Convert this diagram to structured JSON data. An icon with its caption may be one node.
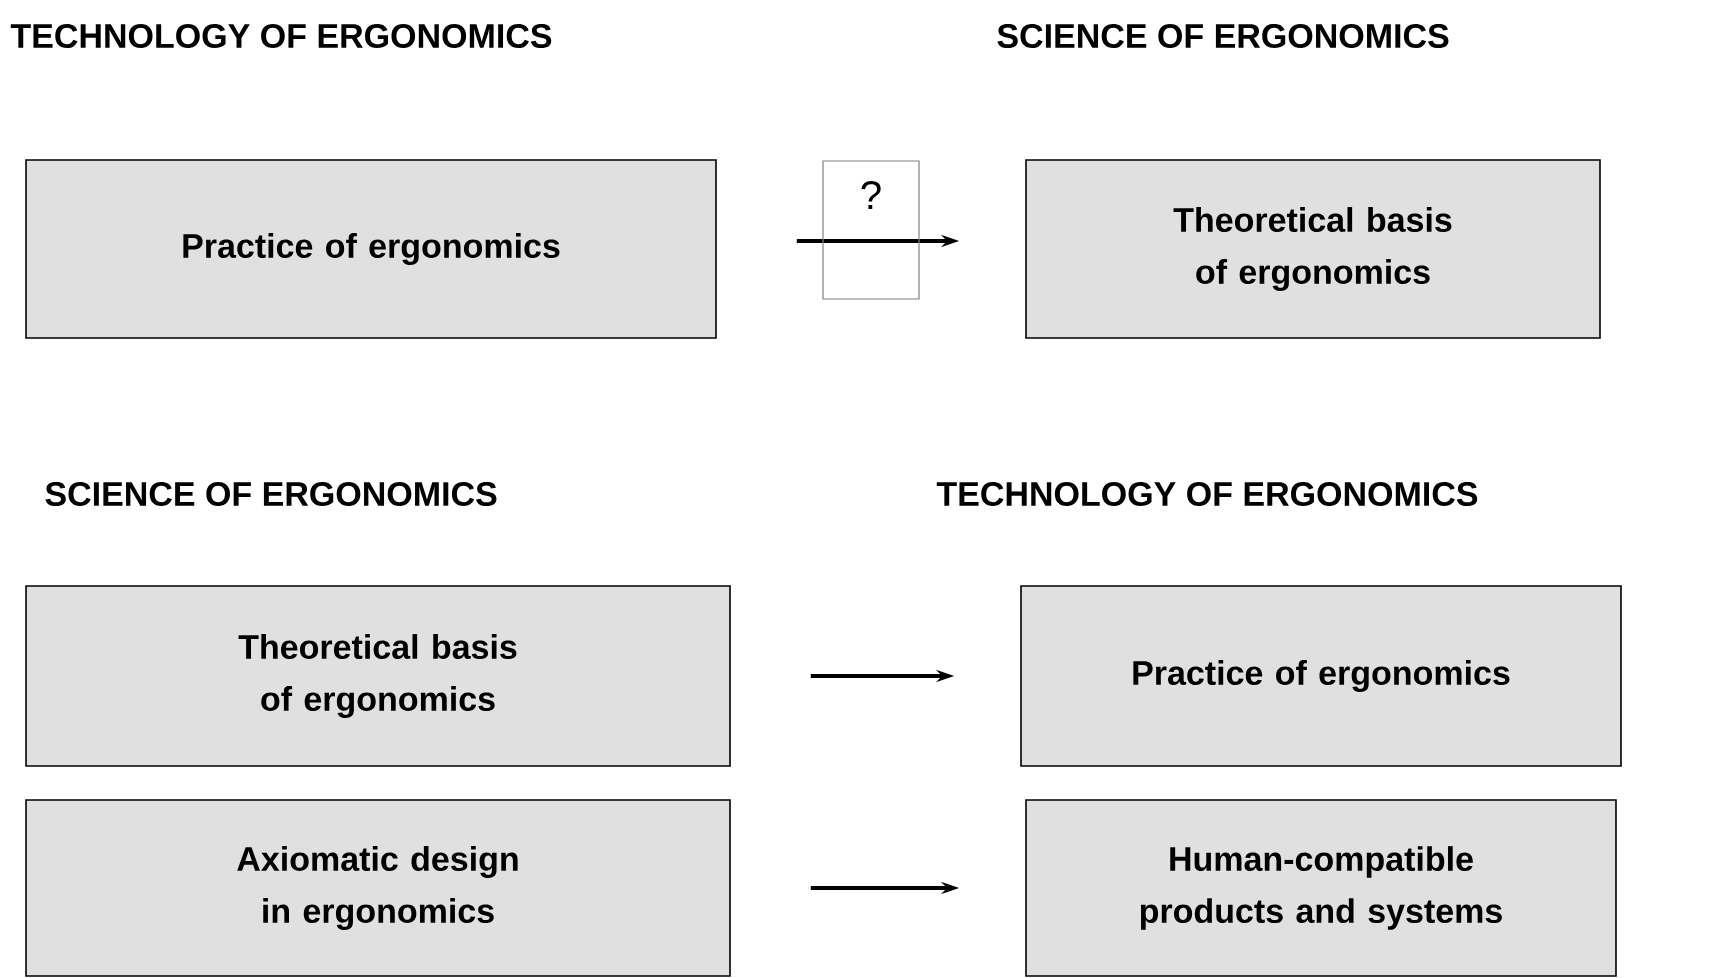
{
  "diagram": {
    "nodes": [
      {
        "text": [
          "Practice of ergonomics"
        ]
      },
      {
        "text": [
          "Theoretical basis of ergonomics"
        ]
      },
      {
        "text": [
          "Theoretical basis of ergonomics"
        ]
      },
      {
        "text": [
          "Practice of ergonomics"
        ]
      },
      {
        "text": [
          "Axiomatic design in ergonomics"
        ]
      },
      {
        "text": [
          "Human-compatible products and systems"
        ]
      }
    ],
    "edges": [
      {
        "from": 0,
        "to": 1,
        "arrow": "to",
        "label": "?"
      },
      {
        "from": 2,
        "to": 3,
        "arrow": "to"
      },
      {
        "from": 4,
        "to": 5,
        "arrow": "to"
      }
    ],
    "labels": [
      "TECHNOLOGY OF ERGONOMICS",
      "SCIENCE OF ERGONOMICS",
      "SCIENCE OF ERGONOMICS",
      "TECHNOLOGY OF ERGONOMICS"
    ]
  }
}
